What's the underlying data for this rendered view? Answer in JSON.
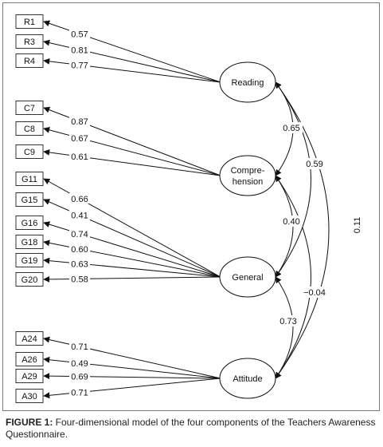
{
  "diagram": {
    "factors": [
      {
        "id": "reading",
        "label": "Reading"
      },
      {
        "id": "comprehension",
        "label_lines": [
          "Compre-",
          "hension"
        ]
      },
      {
        "id": "general",
        "label": "General"
      },
      {
        "id": "attitude",
        "label": "Attitude"
      }
    ],
    "indicators": [
      {
        "label": "R1",
        "factor": "reading",
        "loading": "0.57"
      },
      {
        "label": "R3",
        "factor": "reading",
        "loading": "0.81"
      },
      {
        "label": "R4",
        "factor": "reading",
        "loading": "0.77"
      },
      {
        "label": "C7",
        "factor": "comprehension",
        "loading": "0.87"
      },
      {
        "label": "C8",
        "factor": "comprehension",
        "loading": "0.67"
      },
      {
        "label": "C9",
        "factor": "comprehension",
        "loading": "0.61"
      },
      {
        "label": "G11",
        "factor": "general",
        "loading": "0.66"
      },
      {
        "label": "G15",
        "factor": "general",
        "loading": "0.41"
      },
      {
        "label": "G16",
        "factor": "general",
        "loading": "0.74"
      },
      {
        "label": "G18",
        "factor": "general",
        "loading": "0.60"
      },
      {
        "label": "G19",
        "factor": "general",
        "loading": "0.63"
      },
      {
        "label": "G20",
        "factor": "general",
        "loading": "0.58"
      },
      {
        "label": "A24",
        "factor": "attitude",
        "loading": "0.71"
      },
      {
        "label": "A26",
        "factor": "attitude",
        "loading": "0.49"
      },
      {
        "label": "A29",
        "factor": "attitude",
        "loading": "0.69"
      },
      {
        "label": "A30",
        "factor": "attitude",
        "loading": "0.71"
      }
    ],
    "correlations": [
      {
        "from": "reading",
        "to": "comprehension",
        "value": "0.65"
      },
      {
        "from": "reading",
        "to": "general",
        "value": "0.59"
      },
      {
        "from": "reading",
        "to": "attitude",
        "value": "0.11"
      },
      {
        "from": "comprehension",
        "to": "general",
        "value": "0.40"
      },
      {
        "from": "comprehension",
        "to": "attitude",
        "value": "−0.04"
      },
      {
        "from": "general",
        "to": "attitude",
        "value": "0.73"
      }
    ]
  },
  "caption": {
    "lead": "FIGURE 1:",
    "text": " Four-dimensional model of the four components of the Teachers Awareness Questionnaire."
  }
}
